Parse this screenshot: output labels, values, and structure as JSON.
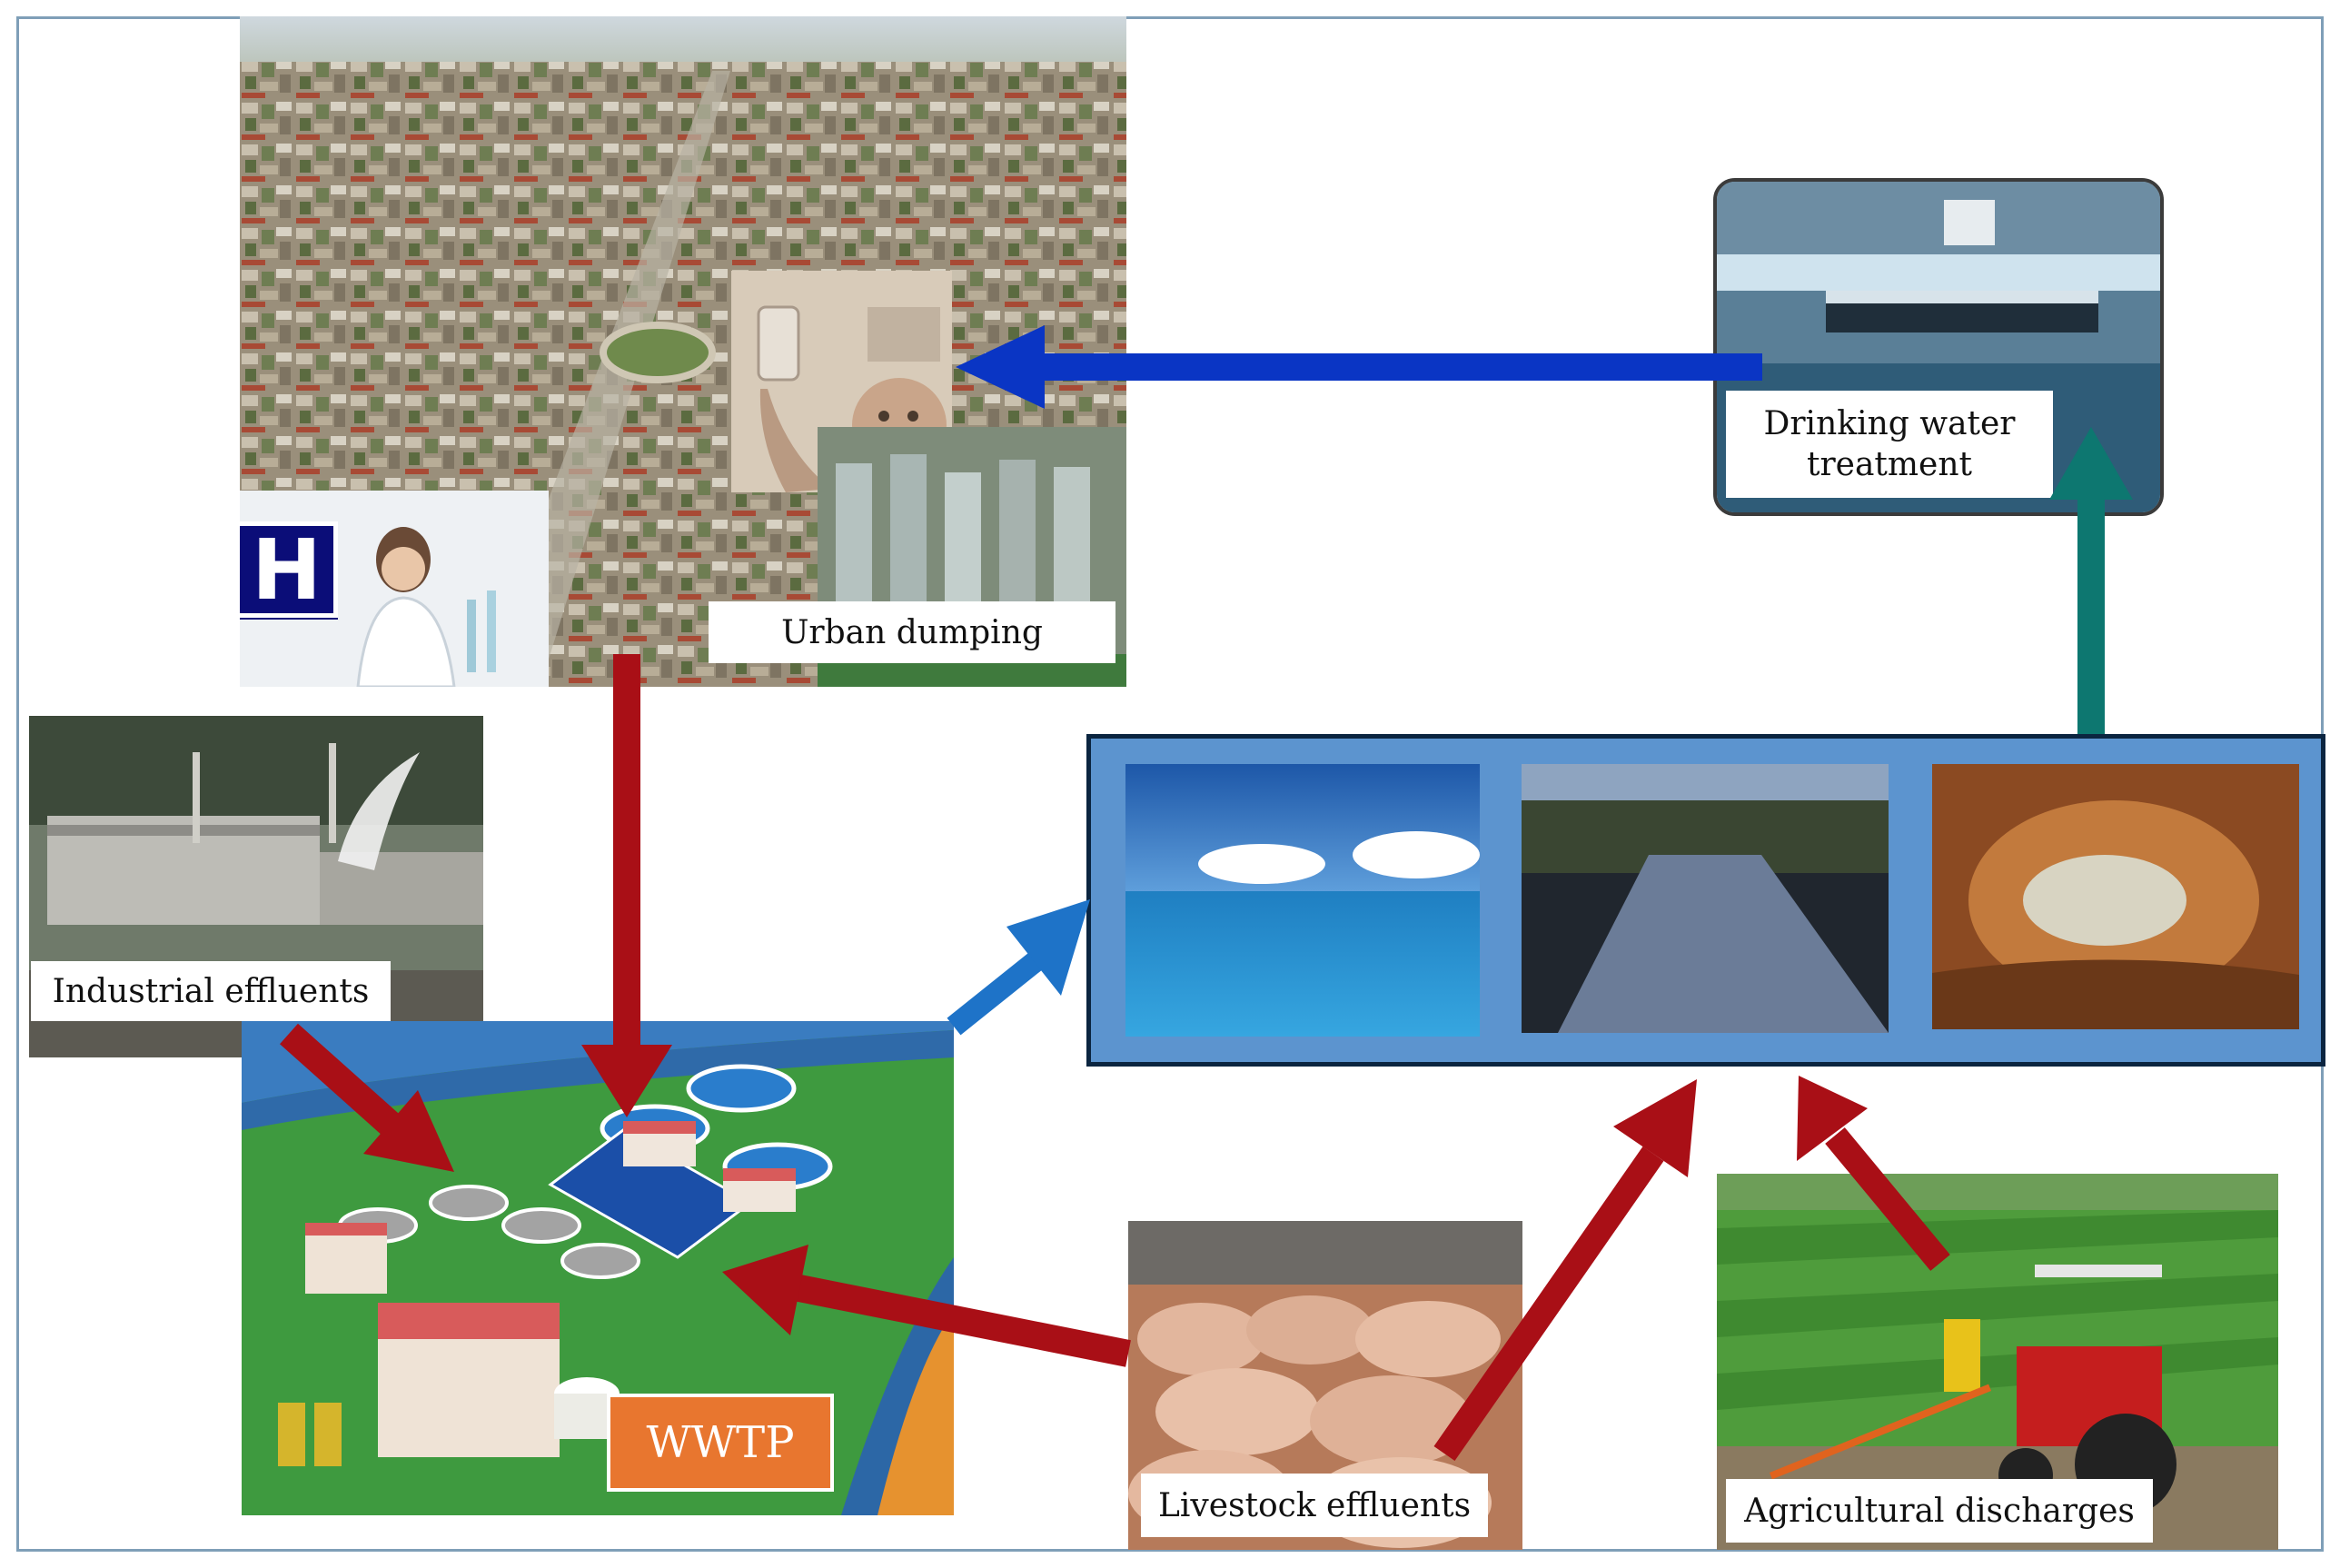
{
  "labels": {
    "urban": "Urban dumping",
    "drinking": "Drinking water treatment",
    "industrial": "Industrial  effluents",
    "wwtp": "WWTP",
    "livestock": "Livestock  effluents",
    "agricultural": "Agricultural  discharges"
  },
  "icons": {
    "hospital": "H"
  },
  "colors": {
    "red_arrow": "#a90f16",
    "blue_arrow": "#0a35c4",
    "light_blue_arrow": "#1e73c8",
    "teal_arrow": "#0d7770",
    "water_panel_fill": "#5c94cf",
    "water_panel_border": "#0b2540",
    "wwtp_label": "#e8762f",
    "wwtp_ground": "#3e9a3f"
  }
}
